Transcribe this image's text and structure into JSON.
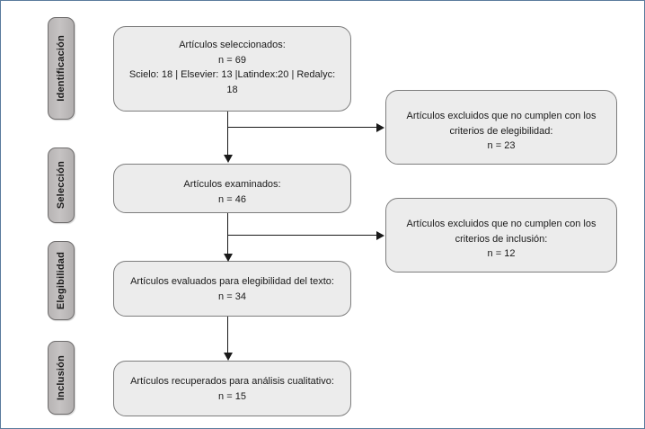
{
  "figure": {
    "type": "prisma-flow-diagram",
    "border_color": "#5b7c9d",
    "box_fill": "#ececec",
    "box_border": "#7d7d7d",
    "tab_fill": "#c0bdbd",
    "tab_border": "#6e6c6c",
    "connector_color": "#1a1a1a"
  },
  "stages": [
    {
      "id": "identificacion",
      "label": "Identificación"
    },
    {
      "id": "seleccion",
      "label": "Selección"
    },
    {
      "id": "elegibilidad",
      "label": "Elegibilidad"
    },
    {
      "id": "inclusion",
      "label": "Inclusión"
    }
  ],
  "boxes": {
    "identificados": {
      "text": "Artículos seleccionados:\nn = 69\nScielo: 18 | Elsevier: 13 |Latindex:20 | Redalyc: 18",
      "count": 69,
      "sources": [
        {
          "name": "Scielo",
          "count": 18
        },
        {
          "name": "Elsevier",
          "count": 13
        },
        {
          "name": "Latindex",
          "count": 20
        },
        {
          "name": "Redalyc",
          "count": 18
        }
      ]
    },
    "examinados": {
      "text": "Artículos examinados:\nn = 46",
      "count": 46
    },
    "elegibilidad": {
      "text": "Artículos evaluados para elegibilidad del texto:\nn = 34",
      "count": 34
    },
    "cualitativo": {
      "text": "Artículos recuperados para análisis  cualitativo:\nn = 15",
      "count": 15
    },
    "excluidos_elegibilidad": {
      "text": "Artículos excluidos que no cumplen con los\ncriterios de elegibilidad:\nn = 23",
      "count": 23
    },
    "excluidos_inclusion": {
      "text": "Artículos excluidos que no cumplen con los\ncriterios de inclusión:\nn = 12",
      "count": 12
    }
  }
}
